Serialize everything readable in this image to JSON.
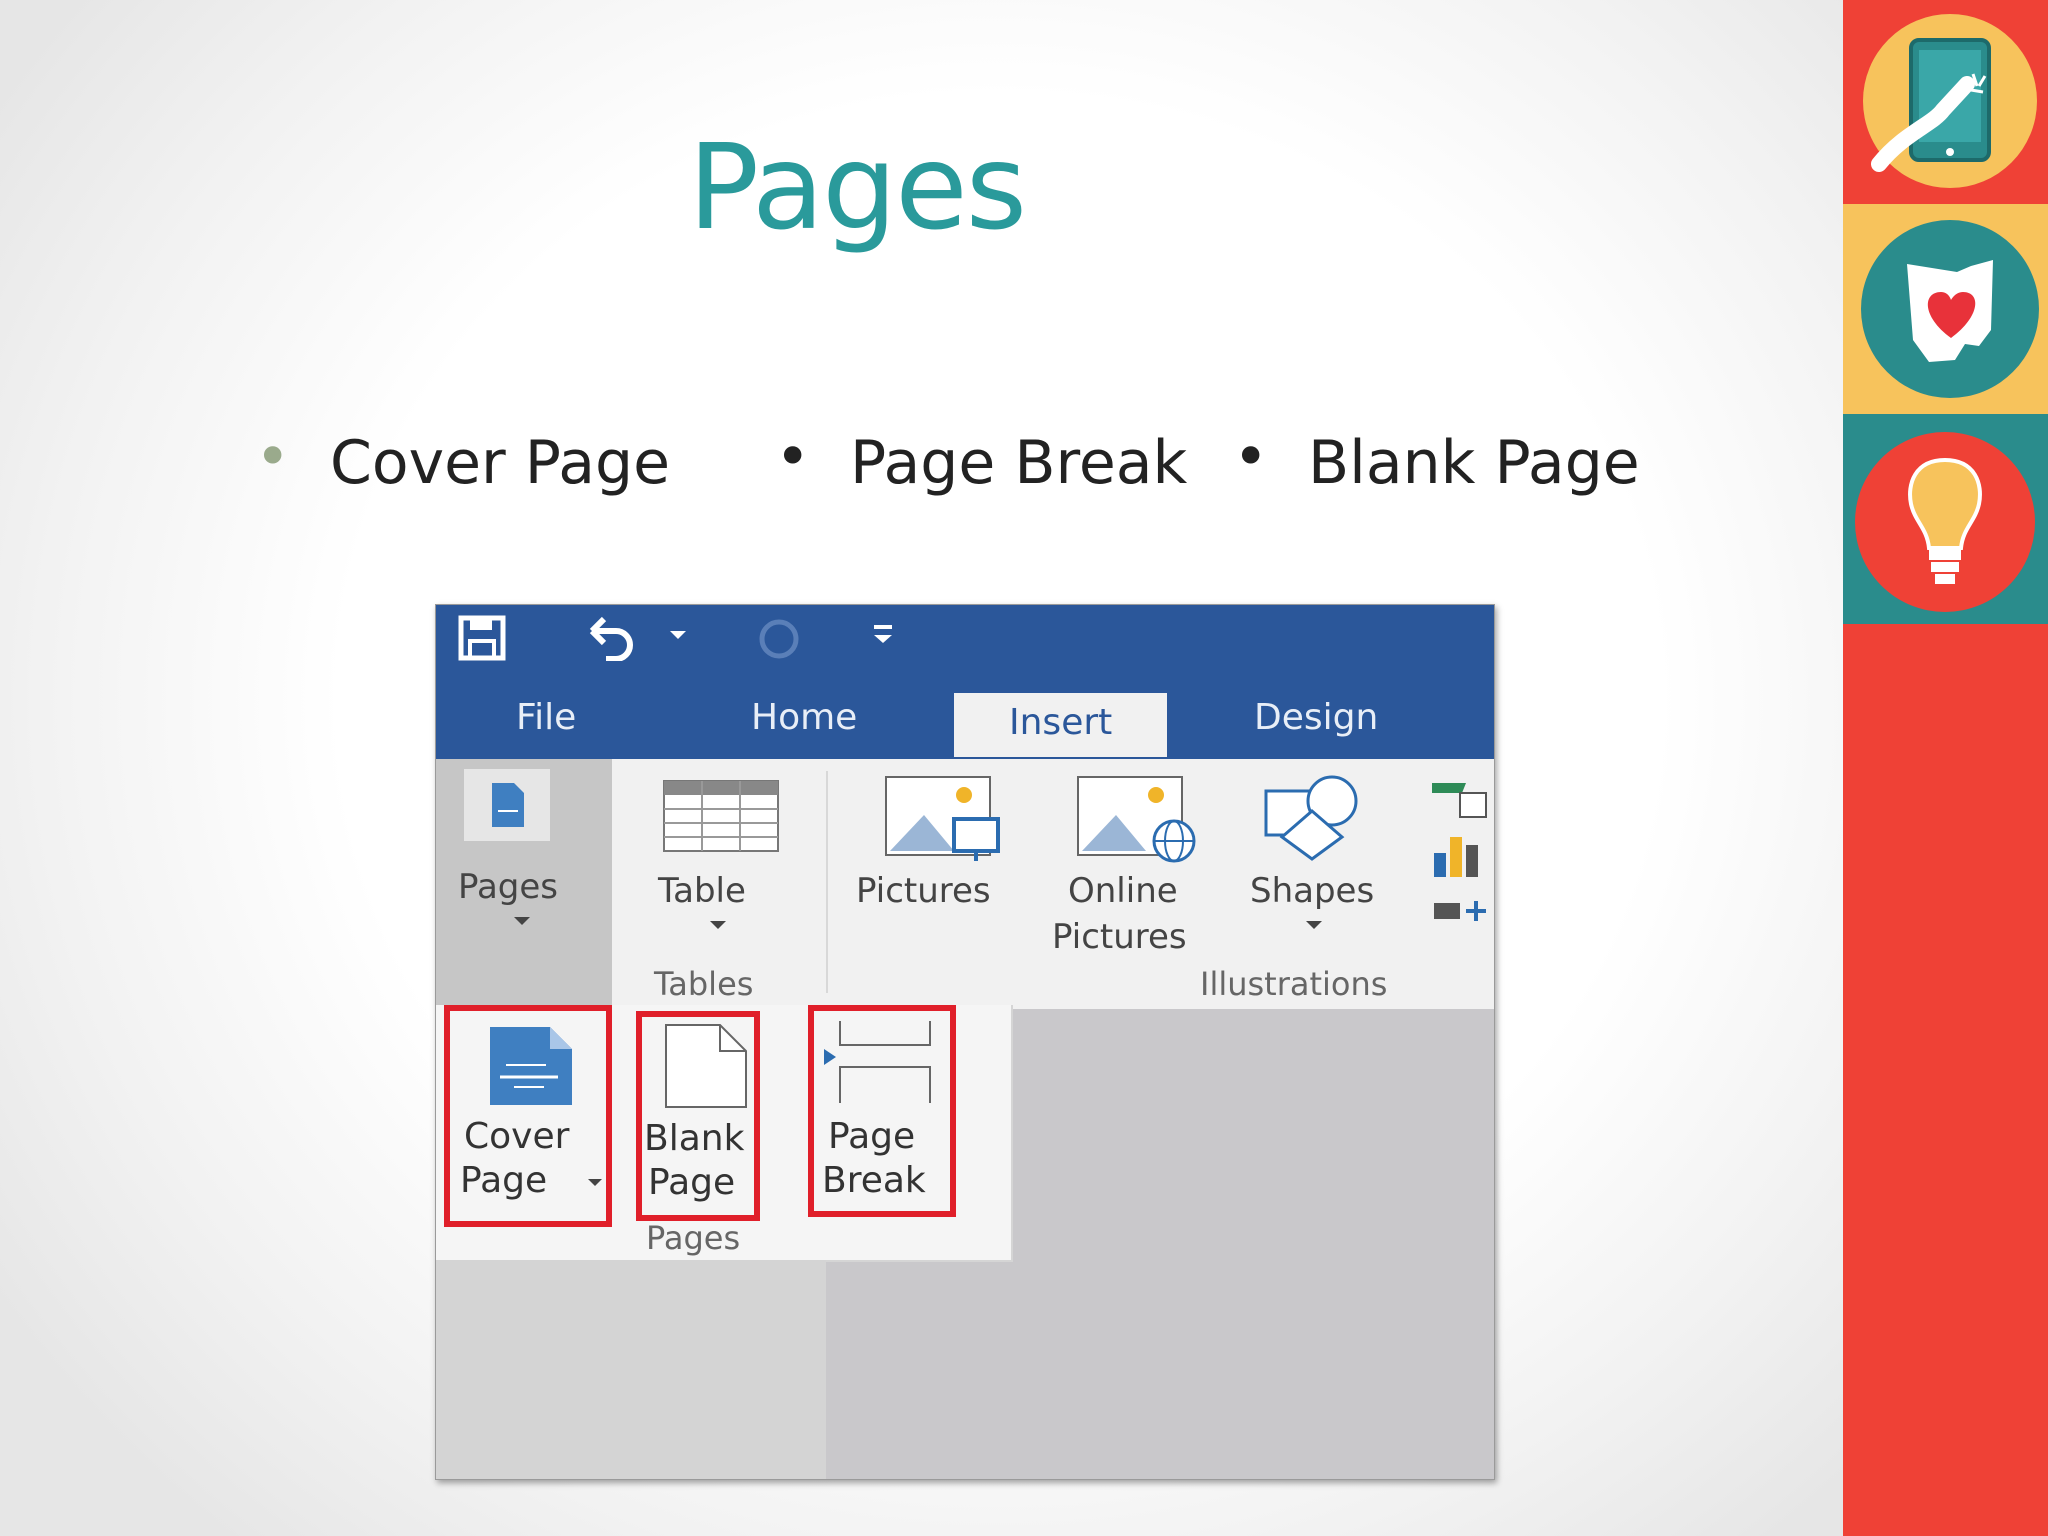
{
  "slide": {
    "title": "Pages",
    "bullets": [
      "Cover Page",
      "Page Break",
      "Blank Page"
    ],
    "bullet_symbol": "•"
  },
  "ribbon": {
    "tabs": [
      "File",
      "Home",
      "Insert",
      "Design"
    ],
    "active_tab": "Insert",
    "buttons": {
      "pages": "Pages",
      "table": "Table",
      "pictures": "Pictures",
      "online_pictures_line1": "Online",
      "online_pictures_line2": "Pictures",
      "shapes": "Shapes"
    },
    "groups": {
      "tables": "Tables",
      "illustrations": "Illustrations"
    }
  },
  "pages_dropdown": {
    "cover_line1": "Cover",
    "cover_line2": "Page",
    "blank_line1": "Blank",
    "blank_line2": "Page",
    "break_line1": "Page",
    "break_line2": "Break",
    "group_label": "Pages"
  },
  "colors": {
    "title": "#2a9a9b",
    "ribbon_blue": "#2b579a",
    "highlight": "#e01f2a",
    "sidebar_red": "#ef4136",
    "sidebar_yellow": "#f7c35c",
    "sidebar_teal": "#2a8c8c"
  },
  "icons": [
    "save-icon",
    "undo-icon",
    "redo-icon",
    "customize-qat-icon",
    "tablet-touch-icon",
    "ohio-heart-icon",
    "lightbulb-icon"
  ]
}
